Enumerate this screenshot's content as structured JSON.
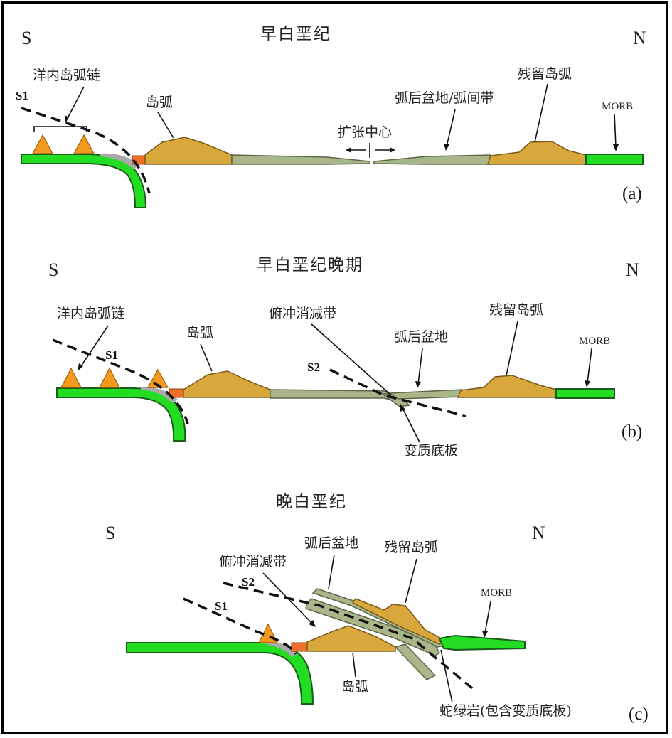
{
  "panels": [
    {
      "id": "a",
      "title": "早白垩纪",
      "south": "S",
      "north": "N",
      "panel_label": "(a)",
      "labels": {
        "intra_oceanic_arc_chain": "洋内岛弧链",
        "s1": "S1",
        "island_arc": "岛弧",
        "spreading_center": "扩张中心",
        "backarc_basin_interarc": "弧后盆地/弧间带",
        "remnant_arc": "残留岛弧",
        "morb": "MORB"
      }
    },
    {
      "id": "b",
      "title": "早白垩纪晚期",
      "south": "S",
      "north": "N",
      "panel_label": "(b)",
      "labels": {
        "intra_oceanic_arc_chain": "洋内岛弧链",
        "s1": "S1",
        "island_arc": "岛弧",
        "subduction_zone": "俯冲消减带",
        "s2": "S2",
        "backarc_basin": "弧后盆地",
        "remnant_arc": "残留岛弧",
        "morb": "MORB",
        "metamorphic_sole": "变质底板"
      }
    },
    {
      "id": "c",
      "title": "晚白垩纪",
      "south": "S",
      "north": "N",
      "panel_label": "(c)",
      "labels": {
        "backarc_basin": "弧后盆地",
        "remnant_arc": "残留岛弧",
        "subduction_zone": "俯冲消减带",
        "s2": "S2",
        "s1": "S1",
        "morb": "MORB",
        "island_arc": "岛弧",
        "ophiolite": "蛇绿岩(包含变质底板)"
      }
    }
  ],
  "colors": {
    "oceanic_crust": "#22dd22",
    "island_arc": "#d9a83c",
    "backarc_basin": "#a9b68a",
    "volcano": "#f29a1e",
    "accretionary_wedge": "#ef6f2a",
    "melange": "#a9a9a9"
  }
}
